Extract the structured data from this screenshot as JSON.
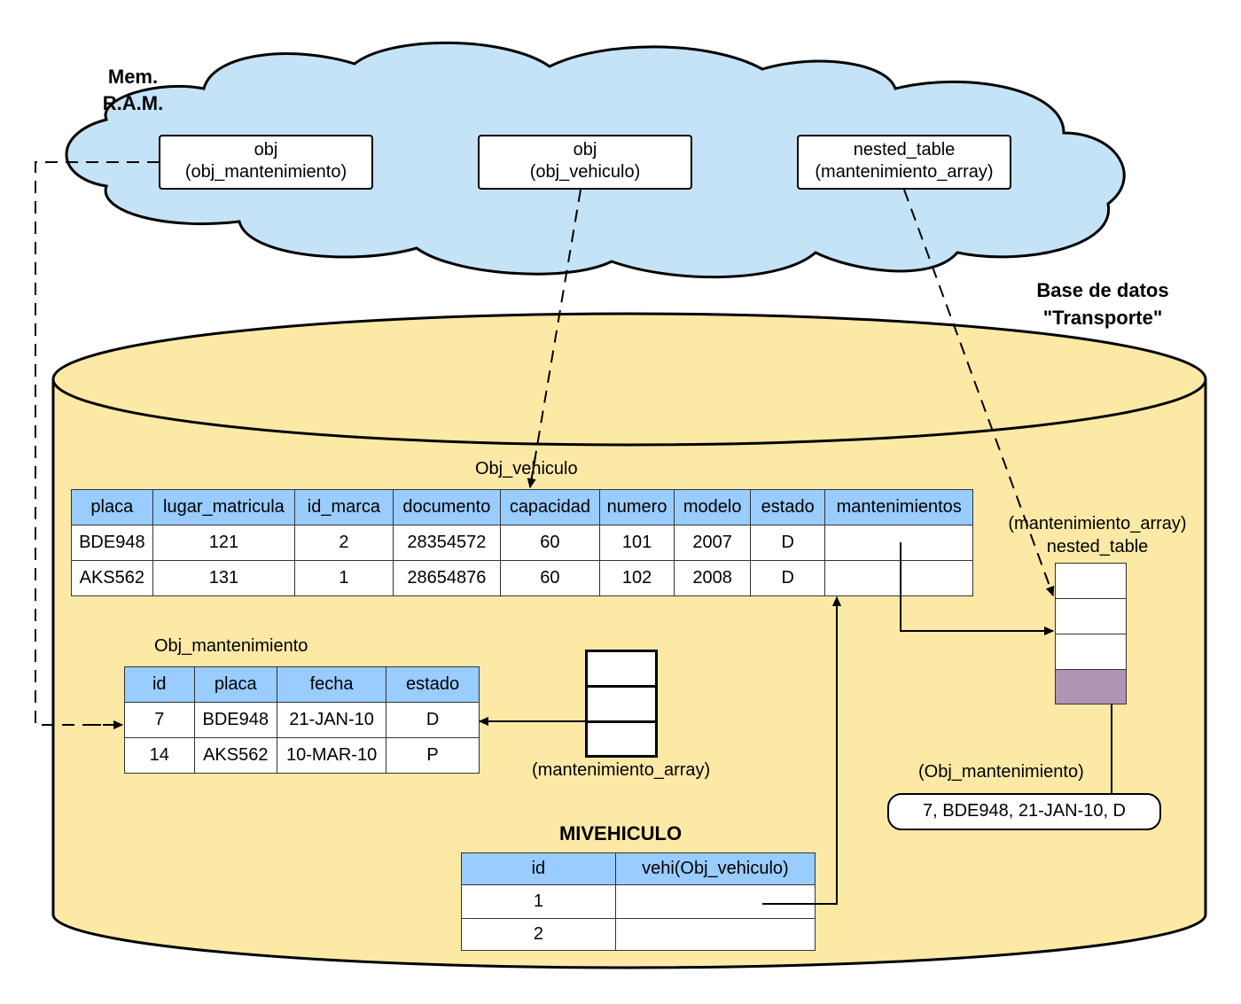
{
  "ram": {
    "title": "Mem.\nR.A.M.",
    "boxes": [
      {
        "line1": "obj",
        "line2": "(obj_mantenimiento)"
      },
      {
        "line1": "obj",
        "line2": "(obj_vehiculo)"
      },
      {
        "line1": "nested_table",
        "line2": "(mantenimiento_array)"
      }
    ]
  },
  "db": {
    "title": "Base de datos\n\"Transporte\""
  },
  "obj_vehiculo": {
    "label": "Obj_vehiculo",
    "headers": [
      "placa",
      "lugar_matricula",
      "id_marca",
      "documento",
      "capacidad",
      "numero",
      "modelo",
      "estado",
      "mantenimientos"
    ],
    "rows": [
      [
        "BDE948",
        "121",
        "2",
        "28354572",
        "60",
        "101",
        "2007",
        "D",
        ""
      ],
      [
        "AKS562",
        "131",
        "1",
        "28654876",
        "60",
        "102",
        "2008",
        "D",
        ""
      ]
    ]
  },
  "obj_mantenimiento": {
    "label": "Obj_mantenimiento",
    "headers": [
      "id",
      "placa",
      "fecha",
      "estado"
    ],
    "rows": [
      [
        "7",
        "BDE948",
        "21-JAN-10",
        "D"
      ],
      [
        "14",
        "AKS562",
        "10-MAR-10",
        "P"
      ]
    ]
  },
  "array_stack": {
    "label": "(mantenimiento_array)"
  },
  "nested_table": {
    "label_line1": "(mantenimiento_array)",
    "label_line2": "nested_table"
  },
  "obj_mant_record": {
    "label": "(Obj_mantenimiento)",
    "value": "7, BDE948, 21-JAN-10, D"
  },
  "mivehiculo": {
    "title": "MIVEHICULO",
    "headers": [
      "id",
      "vehi(Obj_vehiculo)"
    ],
    "rows": [
      [
        "1",
        ""
      ],
      [
        "2",
        ""
      ]
    ]
  },
  "colors": {
    "cloud": "#c5e3f6",
    "cylinder": "#fde9a6",
    "header": "#99ccff",
    "highlight_cell": "#b094b5"
  }
}
